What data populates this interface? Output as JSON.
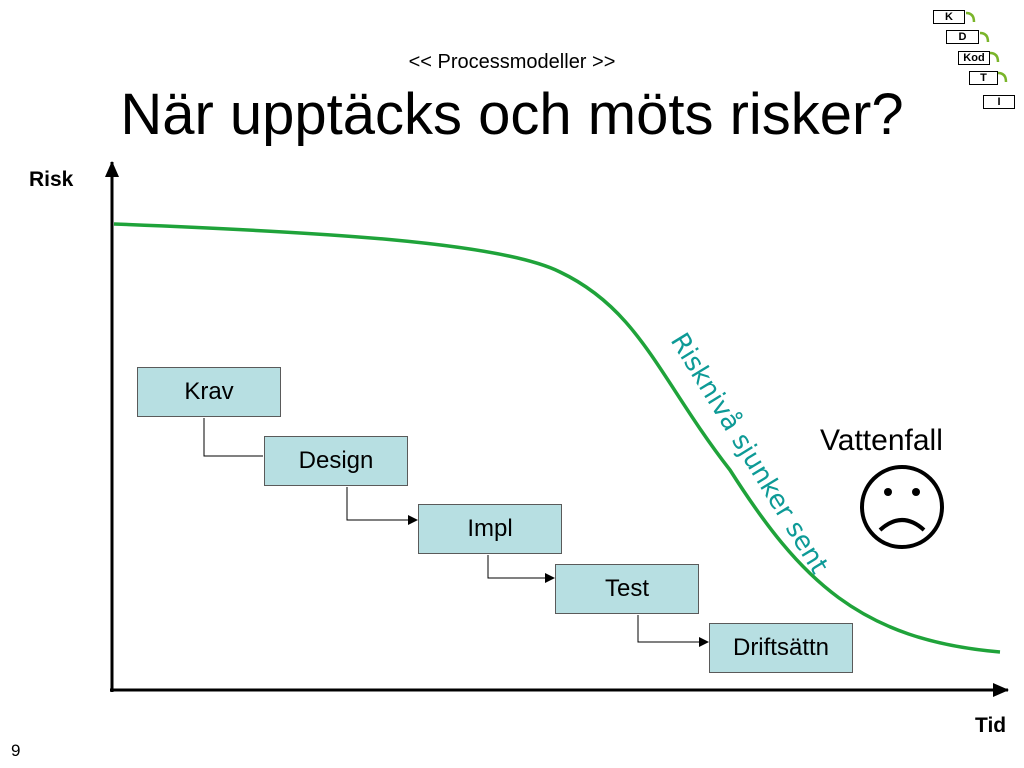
{
  "header": {
    "subtitle": "<< Processmodeller >>",
    "title": "När upptäcks och möts risker?"
  },
  "axes": {
    "y_label": "Risk",
    "x_label": "Tid"
  },
  "steps": [
    "Krav",
    "Design",
    "Impl",
    "Test",
    "Driftsättn"
  ],
  "mini_steps": [
    "K",
    "D",
    "Kod",
    "T",
    "I"
  ],
  "curve_label": "Risknivå sjunker sent",
  "model_label": "Vattenfall",
  "page_number": "9",
  "colors": {
    "curve": "#1fa33a",
    "curve_label": "#0d9a96",
    "step_fill": "#b7dfe2",
    "mini_arrow": "#7ab52a"
  },
  "icons": [
    "frown-face-icon"
  ]
}
